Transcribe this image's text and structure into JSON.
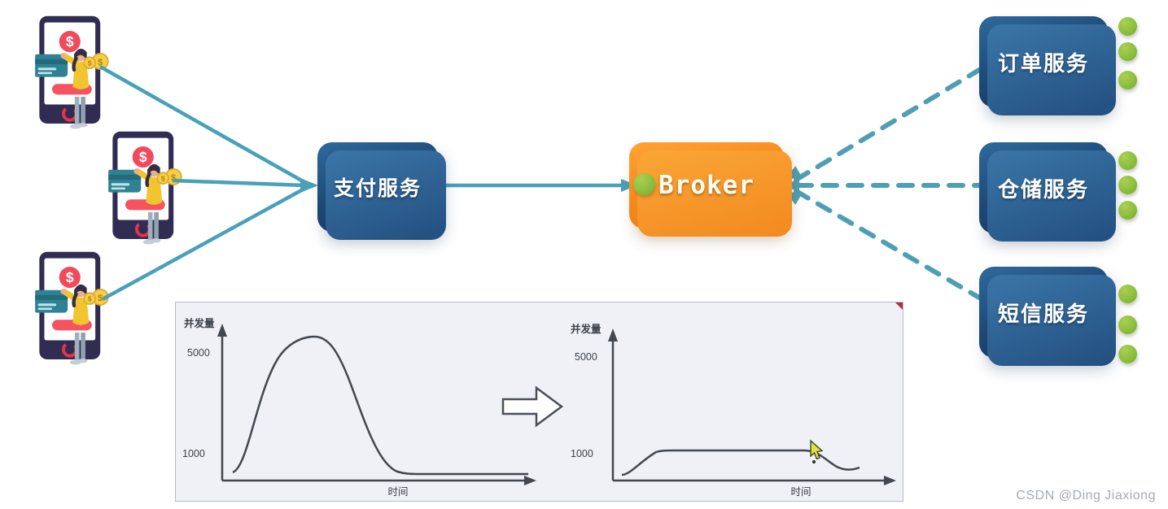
{
  "nodes": {
    "payment": {
      "label": "支付服务"
    },
    "broker": {
      "label": "Broker"
    },
    "order": {
      "label": "订单服务"
    },
    "warehouse": {
      "label": "仓储服务"
    },
    "sms": {
      "label": "短信服务"
    }
  },
  "users": {
    "count": 3,
    "illustration": "mobile-payment-user",
    "dollar_symbol": "$"
  },
  "message_dots": {
    "per_service": 3,
    "color": "#8cbf3d"
  },
  "colors": {
    "teal_connector": "#48a1b8",
    "service_blue": "#1d4977",
    "broker_orange": "#f4821a",
    "dot_green": "#8cbf3d",
    "panel_background": "#eff1f7",
    "curve_gray": "#43474f",
    "corner_marker_red": "#b03040"
  },
  "watermark": "CSDN @Ding Jiaxiong",
  "chart_data": [
    {
      "type": "line",
      "ylabel": "并发量",
      "xlabel": "时间",
      "ytick_labels": [
        "5000",
        "1000"
      ],
      "yticks": [
        5000,
        1000
      ],
      "ylim": [
        0,
        6000
      ],
      "grid": false,
      "x": [
        0,
        1,
        2,
        3,
        4,
        5,
        6,
        7,
        8,
        9,
        10
      ],
      "y": [
        600,
        900,
        2600,
        4800,
        5500,
        5400,
        3800,
        1200,
        650,
        650,
        650
      ]
    },
    {
      "type": "line",
      "ylabel": "并发量",
      "xlabel": "时间",
      "ytick_labels": [
        "5000",
        "1000"
      ],
      "yticks": [
        5000,
        1000
      ],
      "ylim": [
        0,
        6000
      ],
      "grid": false,
      "x": [
        0,
        1,
        2,
        3,
        4,
        5,
        6,
        7,
        8,
        9,
        10
      ],
      "y": [
        500,
        700,
        1050,
        1100,
        1100,
        1100,
        1100,
        1100,
        1050,
        700,
        600
      ]
    }
  ]
}
